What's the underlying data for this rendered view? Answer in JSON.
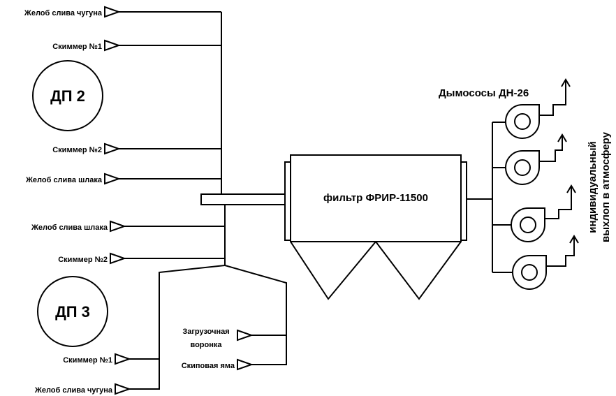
{
  "labels": {
    "dp2": "ДП 2",
    "dp3": "ДП 3",
    "filter": "фильтр ФРИР-11500",
    "exhausters": "Дымососы ДН-26",
    "exhaust_line1": "индивидуальный",
    "exhaust_line2": "выхлоп в атмосферу"
  },
  "dp2_sources": [
    "Желоб слива чугуна",
    "Скиммер №1",
    "Скиммер №2",
    "Желоб слива шлака"
  ],
  "dp3_sources": [
    "Желоб слива шлака",
    "Скиммер №2",
    "Скиммер №1",
    "Желоб слива чугуна"
  ],
  "hopper_sources": {
    "line1": "Загрузочная",
    "line2": "воронка",
    "skip_pit": "Скиповая яма"
  }
}
